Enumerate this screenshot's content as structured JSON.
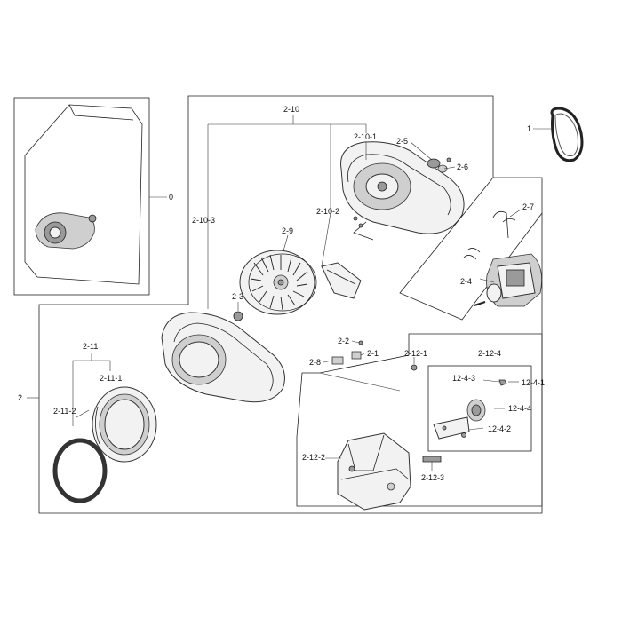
{
  "labels": {
    "l0": "0",
    "l1": "1",
    "l2": "2",
    "l2_1": "2-1",
    "l2_2": "2-2",
    "l2_3": "2-3",
    "l2_4": "2-4",
    "l2_5": "2-5",
    "l2_6": "2-6",
    "l2_7": "2-7",
    "l2_8": "2-8",
    "l2_9": "2-9",
    "l2_10": "2-10",
    "l2_10_1": "2-10-1",
    "l2_10_2": "2-10-2",
    "l2_10_3": "2-10-3",
    "l2_11": "2-11",
    "l2_11_1": "2-11-1",
    "l2_11_2": "2-11-2",
    "l2_12_1": "2-12-1",
    "l2_12_2": "2-12-2",
    "l2_12_3": "2-12-3",
    "l2_12_4": "2-12-4",
    "l12_4_1": "12-4-1",
    "l12_4_2": "12-4-2",
    "l12_4_3": "12-4-3",
    "l12_4_4": "12-4-4"
  },
  "colors": {
    "line": "#222222",
    "part_fill": "#f2f2f2",
    "shade": "#9a9a9a"
  }
}
